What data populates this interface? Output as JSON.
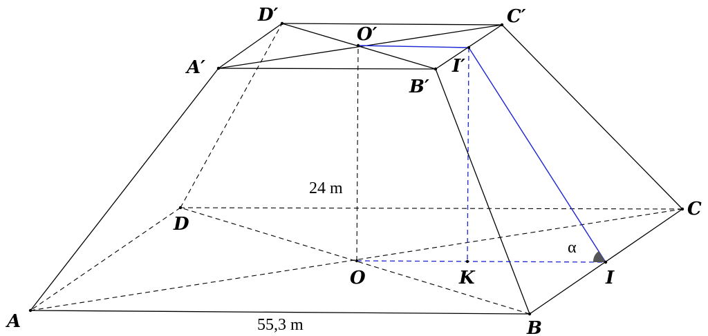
{
  "points": {
    "A": "A",
    "B": "B",
    "C": "C",
    "D": "D",
    "A1": "A′",
    "B1": "B′",
    "C1": "C′",
    "D1": "D′",
    "O": "O",
    "O1": "O′",
    "I": "I",
    "I1": "I′",
    "K": "K"
  },
  "measurements": {
    "height": "24 m",
    "base_edge": "55,3 m",
    "angle": "α"
  }
}
